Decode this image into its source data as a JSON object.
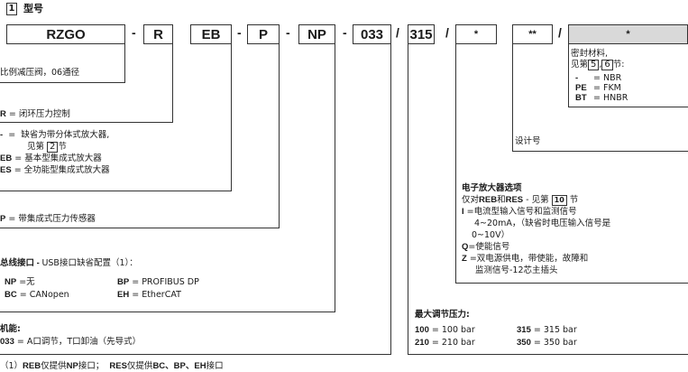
{
  "title": {
    "number": "1",
    "label": "型号"
  },
  "codes": [
    "RZGO",
    "R",
    "EB",
    "P",
    "NP",
    "033",
    "315",
    "*",
    "**",
    "*"
  ],
  "separators": [
    "-",
    "-",
    "-",
    "-",
    "/",
    "/",
    "/"
  ],
  "rzgo_desc": "比例减压阀，06通径",
  "r_desc": {
    "code": "R",
    "eq": " = ",
    "text": "闭环压力控制"
  },
  "amplifier": {
    "items": [
      {
        "code": "-",
        "text": "  =  缺省为带分体式放大器,"
      },
      {
        "code": "",
        "text": "见第",
        "ref": "2",
        "after": "节"
      },
      {
        "code": "EB",
        "text": " = 基本型集成式放大器"
      },
      {
        "code": "ES",
        "text": " = 全功能型集成式放大器"
      }
    ]
  },
  "p_desc": {
    "code": "P",
    "text": " = 带集成式压力传感器"
  },
  "bus": {
    "heading_bold": "总线接口 - ",
    "heading": "USB接口缺省配置（1）：",
    "items": [
      {
        "code": "NP",
        "text": " =无"
      },
      {
        "code": "BP",
        "text": " = PROFIBUS DP"
      },
      {
        "code": "BC",
        "text": " = CANopen"
      },
      {
        "code": "EH",
        "text": " = EtherCAT"
      }
    ]
  },
  "function": {
    "heading": "机能:",
    "code": "033",
    "text": " = A口调节，T口卸油（先导式）"
  },
  "footnote": {
    "mark": "（1）",
    "p1": "REB",
    "p2": "仅提供",
    "p3": "NP",
    "p4": "接口；  ",
    "p5": "RES",
    "p6": "仅提供",
    "p7": "BC、BP、EH",
    "p8": "接口"
  },
  "pressure": {
    "heading": "最大调节压力:",
    "items": [
      {
        "code": "100",
        "text": " = 100 bar"
      },
      {
        "code": "315",
        "text": " = 315 bar"
      },
      {
        "code": "210",
        "text": " = 210 bar"
      },
      {
        "code": "350",
        "text": " = 350 bar"
      }
    ]
  },
  "options": {
    "heading": "电子放大器选项",
    "sub_pre": "仅对",
    "sub_b1": "REB",
    "sub_mid": "和",
    "sub_b2": "RES",
    "sub_post": " - 见第",
    "sub_ref": "10",
    "sub_end": " 节",
    "i_code": "I",
    "i_text": " =电流型输入信号和监测信号",
    "i_line2": "4~20mA，（缺省时电压输入信号是",
    "i_line3": "0~10V）",
    "q_code": "Q",
    "q_text": "=使能信号",
    "z_code": "Z",
    "z_text": " =双电源供电，带使能，故障和",
    "z_line2": "监测信号-12芯主插头"
  },
  "design": "设计号",
  "seals": {
    "line1": "密封材料,",
    "line2_pre": "见第",
    "ref1": "5",
    "comma": ",",
    "ref2": "6",
    "line2_post": "节:",
    "items": [
      {
        "code": "-",
        "text": "= NBR"
      },
      {
        "code": "PE",
        "text": "= FKM"
      },
      {
        "code": "BT",
        "text": "= HNBR"
      }
    ]
  },
  "colors": {
    "gray_box": "#d9d9d9",
    "line": "#333333"
  }
}
